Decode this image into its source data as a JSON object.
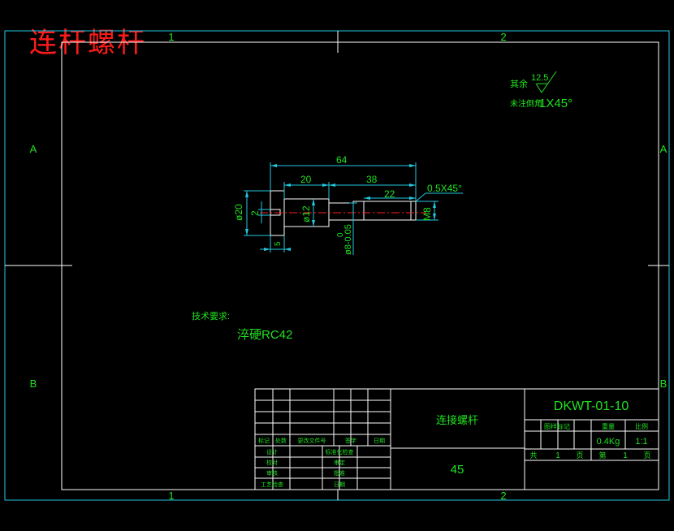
{
  "title": "连杆螺杆",
  "zone_labels": {
    "top": [
      "1",
      "2"
    ],
    "bottom": [
      "1",
      "2"
    ],
    "left": [
      "A",
      "B"
    ],
    "right": [
      "A",
      "B"
    ]
  },
  "surface_finish": {
    "prefix": "其余",
    "value": "12.5",
    "chamfer_note_prefix": "未注倒角",
    "chamfer_note_value": "1X45°"
  },
  "dimensions": {
    "overall_length": "64",
    "len_20": "20",
    "len_38": "38",
    "len_22": "22",
    "chamfer": "0.5X45°",
    "dia_20": "ø20",
    "dia_12": "ø12",
    "dia_8_tol": "ø8-0.05",
    "dia_8_tol_upper": "0",
    "thread": "M8",
    "slot_width": "2",
    "head_thk": "5"
  },
  "tech_req": {
    "heading": "技术要求:",
    "item": "淬硬RC42"
  },
  "title_block": {
    "part_name": "连接螺杆",
    "material": "45",
    "drawing_no": "DKWT-01-10",
    "weight": "0.4Kg",
    "scale": "1:1",
    "stage_header": "图样标记",
    "weight_header": "重量",
    "scale_header": "比例",
    "sheet_total_prefix": "共",
    "sheet_total": "1",
    "sheet_unit": "页",
    "sheet_no_prefix": "第",
    "sheet_no": "1",
    "sheet_no_unit": "页",
    "rev_headers": [
      "标记",
      "处数",
      "更改文件号",
      "签字",
      "日期"
    ],
    "roles_left": [
      "设计",
      "校对",
      "审核",
      "工艺检查"
    ],
    "roles_right": [
      "标准化检查",
      "审定",
      "批准",
      "日期"
    ]
  }
}
